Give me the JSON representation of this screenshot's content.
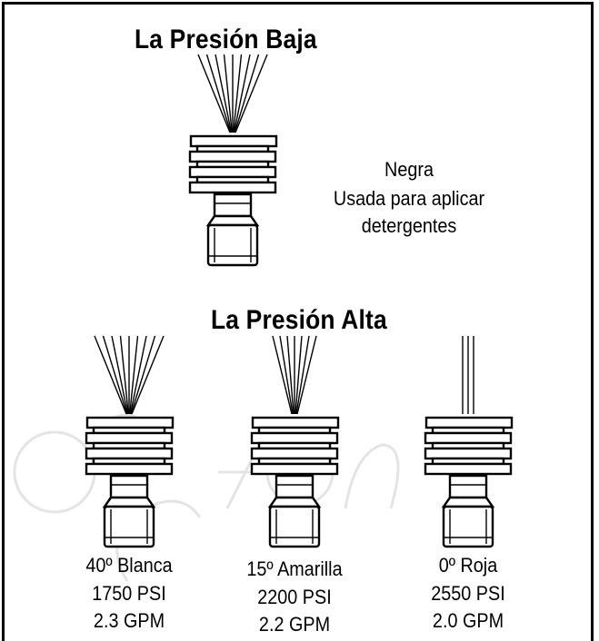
{
  "low_pressure": {
    "heading": "La Presión Baja",
    "nozzle": {
      "spray_angle_deg": 40,
      "color_name": "Negra",
      "use_line1": "Usada para aplicar",
      "use_line2": "detergentes"
    }
  },
  "high_pressure": {
    "heading": "La Presión Alta",
    "nozzles": [
      {
        "spray_angle_deg": 40,
        "name": "40º Blanca",
        "psi": "1750 PSI",
        "gpm": "2.3 GPM"
      },
      {
        "spray_angle_deg": 15,
        "name": "15º Amarilla",
        "psi": "2200 PSI",
        "gpm": "2.2 GPM"
      },
      {
        "spray_angle_deg": 0,
        "name": "0º Roja",
        "psi": "2550 PSI",
        "gpm": "2.0 GPM"
      }
    ]
  },
  "colors": {
    "line": "#000000",
    "background": "#ffffff",
    "watermark": "#e6e6e6"
  }
}
